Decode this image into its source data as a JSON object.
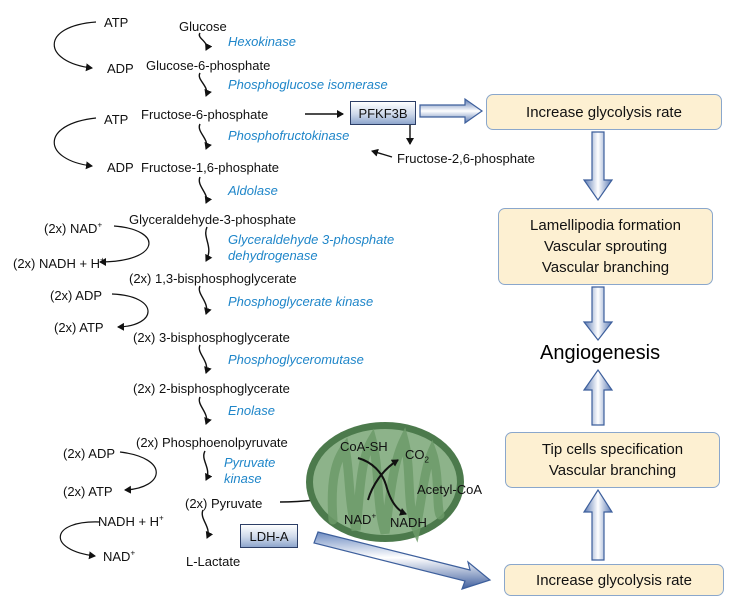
{
  "pathway": {
    "glucose": "Glucose",
    "g6p": "Glucose-6-phosphate",
    "f6p": "Fructose-6-phosphate",
    "f16p": "Fructose-1,6-phosphate",
    "g3p": "Glyceraldehyde-3-phosphate",
    "bpg13": "(2x) 1,3-bisphosphoglycerate",
    "pg3": "(2x) 3-bisphosphoglycerate",
    "pg2": "(2x) 2-bisphosphoglycerate",
    "pep": "(2x) Phosphoenolpyruvate",
    "pyruvate": "(2x) Pyruvate",
    "lactate": "L-Lactate",
    "f26p": "Fructose-2,6-phosphate"
  },
  "enzymes": {
    "hexokinase": "Hexokinase",
    "pgi": "Phosphoglucose isomerase",
    "pfk": "Phosphofructokinase",
    "aldolase": "Aldolase",
    "gapdh_1": "Glyceraldehyde 3-phosphate",
    "gapdh_2": "dehydrogenase",
    "pgk": "Phosphoglycerate kinase",
    "pgm": "Phosphoglyceromutase",
    "enolase": "Enolase",
    "pk_1": "Pyruvate",
    "pk_2": "kinase"
  },
  "cofactors": {
    "atp1": "ATP",
    "adp1": "ADP",
    "atp2": "ATP",
    "adp2": "ADP",
    "nad_in": "(2x) NAD",
    "nadh_out": "(2x) NADH  + H",
    "adp3": "(2x) ADP",
    "atp3": "(2x) ATP",
    "adp4": "(2x) ADP",
    "atp4": "(2x) ATP",
    "nadh_in": "NADH + H",
    "nad_out": "NAD",
    "plus": "+"
  },
  "tags": {
    "pfkfb3": "PFKF3B",
    "ldha": "LDH-A"
  },
  "mito": {
    "coa": "CoA-SH",
    "co2": "CO",
    "co2_sub": "2",
    "acetyl": "Acetyl-CoA",
    "nad": "NAD",
    "nadh": "NADH"
  },
  "boxes": {
    "top_rate": "Increase glycolysis rate",
    "lamellipodia": [
      "Lamellipodia formation",
      "Vascular sprouting",
      "Vascular branching"
    ],
    "angiogenesis": "Angiogenesis",
    "tip": [
      "Tip cells specification",
      "Vascular branching"
    ],
    "bottom_rate": "Increase glycolysis rate"
  },
  "colors": {
    "enzyme": "#1f86c9",
    "box_fill": "#fdf0d2",
    "box_border": "#8aa7cc",
    "mito_outer": "#4c7a4c",
    "mito_inner": "#8db38a",
    "arrow_blue": "#3d5f9c"
  }
}
